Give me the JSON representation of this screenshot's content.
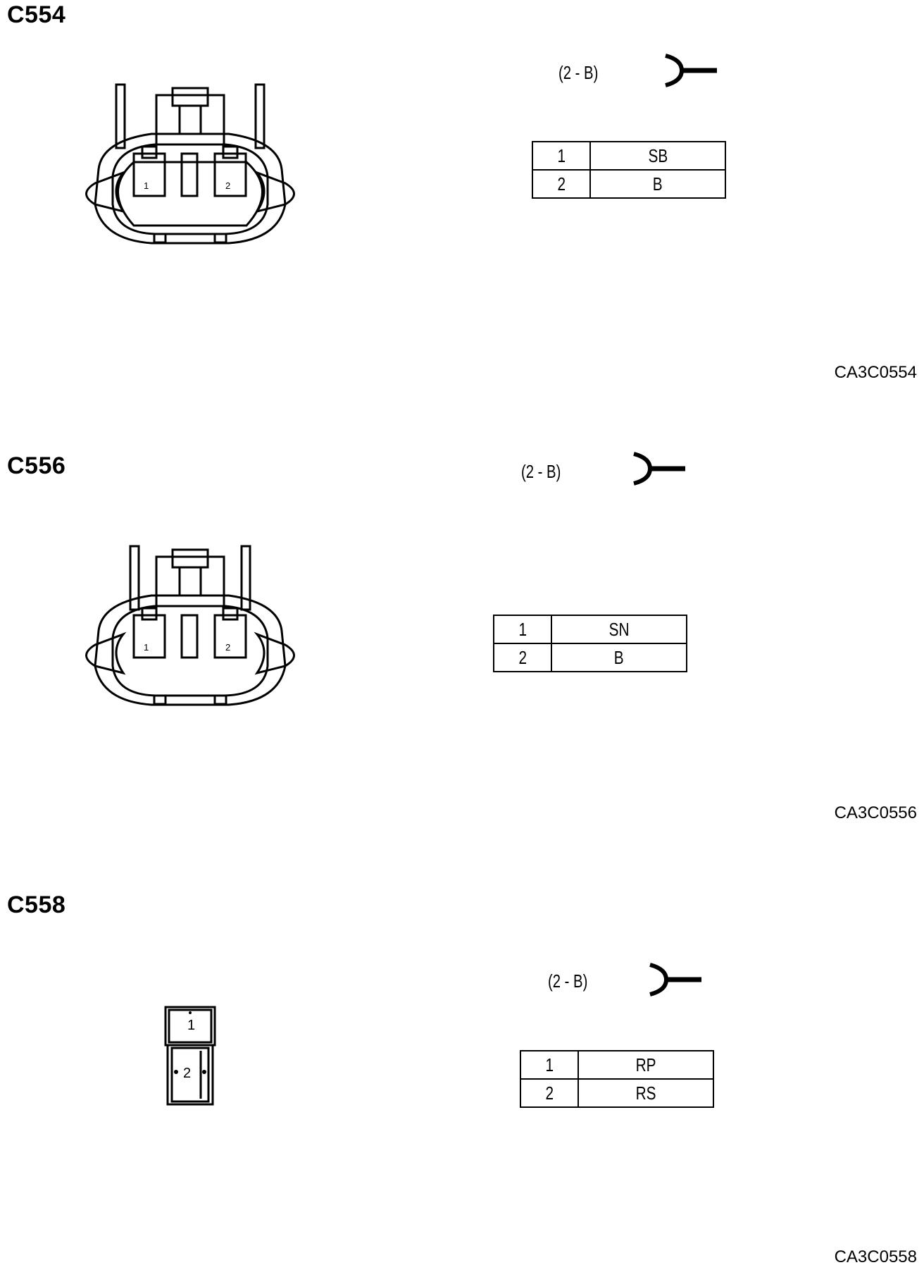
{
  "connectors": [
    {
      "id": "C554",
      "spec": "(2 - B)",
      "pins": [
        {
          "num": "1",
          "color": "SB"
        },
        {
          "num": "2",
          "color": "B"
        }
      ],
      "code": "CA3C0554",
      "pin_labels": [
        "1",
        "2"
      ]
    },
    {
      "id": "C556",
      "spec": "(2 - B)",
      "pins": [
        {
          "num": "1",
          "color": "SN"
        },
        {
          "num": "2",
          "color": "B"
        }
      ],
      "code": "CA3C0556",
      "pin_labels": [
        "1",
        "2"
      ]
    },
    {
      "id": "C558",
      "spec": "(2 - B)",
      "pins": [
        {
          "num": "1",
          "color": "RP"
        },
        {
          "num": "2",
          "color": "RS"
        }
      ],
      "code": "CA3C0558",
      "pin_labels": [
        "1",
        "2"
      ]
    }
  ],
  "icons": {
    "plug": "plug-terminal-icon"
  }
}
